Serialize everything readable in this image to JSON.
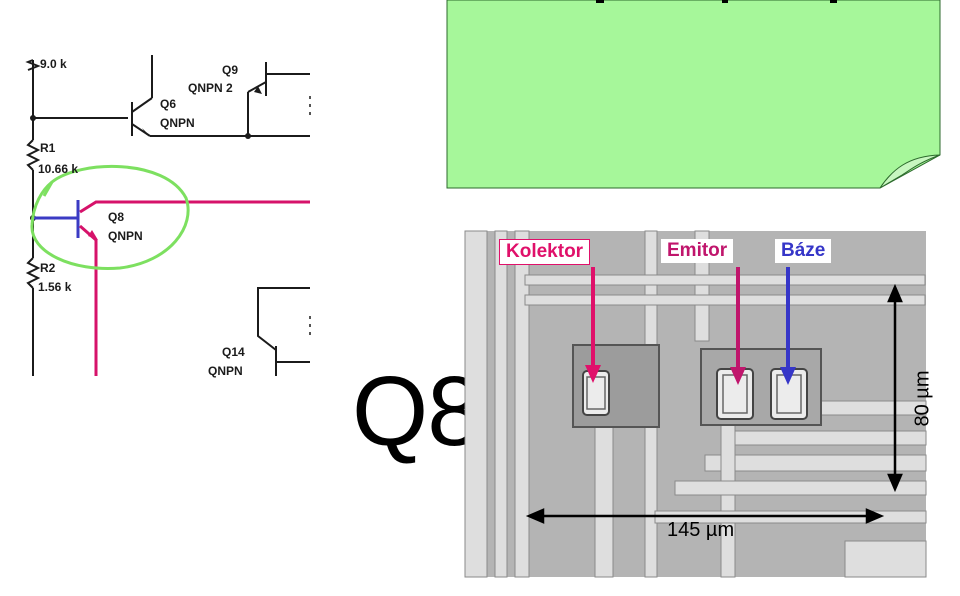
{
  "schematic": {
    "resistors": [
      {
        "id": "",
        "value": "9.0 k"
      },
      {
        "id": "R1",
        "value": "10.66 k"
      },
      {
        "id": "R2",
        "value": "1.56 k"
      }
    ],
    "transistors": [
      {
        "id": "Q9",
        "model": "QNPN 2"
      },
      {
        "id": "Q6",
        "model": "QNPN"
      },
      {
        "id": "Q8",
        "model": "QNPN"
      },
      {
        "id": "Q14",
        "model": "QNPN"
      }
    ],
    "colors": {
      "collector": "#d6126a",
      "base": "#3b3bc4",
      "highlight": "#7de060"
    }
  },
  "note": {
    "color": "#a6f79a"
  },
  "title": "Q8",
  "micrograph": {
    "labels": {
      "collector": "Kolektor",
      "emitter": "Emitor",
      "base": "Báze"
    },
    "dimensions": {
      "width": "145 µm",
      "height": "80 µm"
    }
  }
}
